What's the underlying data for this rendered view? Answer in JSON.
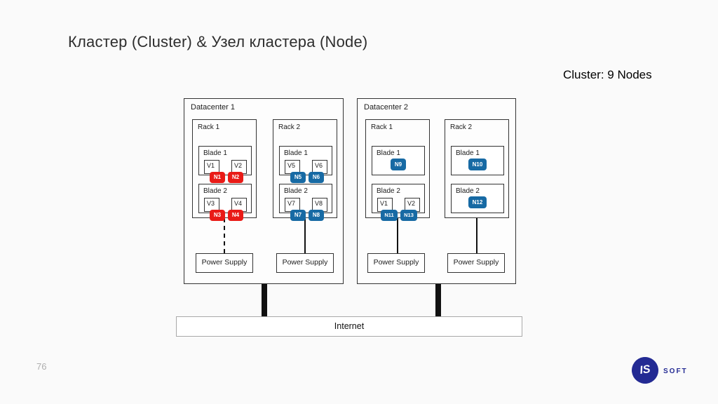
{
  "slide": {
    "title": "Кластер (Cluster) & Узел кластера (Node)",
    "cluster_note": "Cluster: 9 Nodes",
    "page_number": "76"
  },
  "logo": {
    "circle_text": "IS",
    "brand_text": "SOFT",
    "color": "#232a93"
  },
  "colors": {
    "node_failed": "#e91b17",
    "node_active": "#176aa4"
  },
  "internet": {
    "label": "Internet"
  },
  "datacenters": [
    {
      "label": "Datacenter 1",
      "racks": [
        {
          "label": "Rack 1",
          "power_label": "Power Supply",
          "power_line_style": "dashed",
          "blades": [
            {
              "label": "Blade 1",
              "vms": [
                "V1",
                "V2"
              ],
              "nodes": [
                {
                  "label": "N1",
                  "state": "failed"
                },
                {
                  "label": "N2",
                  "state": "failed"
                }
              ]
            },
            {
              "label": "Blade 2",
              "vms": [
                "V3",
                "V4"
              ],
              "nodes": [
                {
                  "label": "N3",
                  "state": "failed"
                },
                {
                  "label": "N4",
                  "state": "failed"
                }
              ]
            }
          ]
        },
        {
          "label": "Rack 2",
          "power_label": "Power Supply",
          "power_line_style": "solid",
          "blades": [
            {
              "label": "Blade 1",
              "vms": [
                "V5",
                "V6"
              ],
              "nodes": [
                {
                  "label": "N5",
                  "state": "active"
                },
                {
                  "label": "N6",
                  "state": "active"
                }
              ]
            },
            {
              "label": "Blade 2",
              "vms": [
                "V7",
                "V8"
              ],
              "nodes": [
                {
                  "label": "N7",
                  "state": "active"
                },
                {
                  "label": "N8",
                  "state": "active"
                }
              ]
            }
          ]
        }
      ]
    },
    {
      "label": "Datacenter 2",
      "racks": [
        {
          "label": "Rack 1",
          "power_label": "Power Supply",
          "power_line_style": "solid",
          "blades": [
            {
              "label": "Blade 1",
              "vms": [],
              "nodes": [
                {
                  "label": "N9",
                  "state": "active"
                }
              ]
            },
            {
              "label": "Blade 2",
              "vms": [
                "V1",
                "V2"
              ],
              "nodes": [
                {
                  "label": "N11",
                  "state": "active"
                },
                {
                  "label": "N13",
                  "state": "active"
                }
              ]
            }
          ]
        },
        {
          "label": "Rack 2",
          "power_label": "Power Supply",
          "power_line_style": "solid",
          "blades": [
            {
              "label": "Blade 1",
              "vms": [],
              "nodes": [
                {
                  "label": "N10",
                  "state": "active"
                }
              ]
            },
            {
              "label": "Blade 2",
              "vms": [],
              "nodes": [
                {
                  "label": "N12",
                  "state": "active"
                }
              ]
            }
          ]
        }
      ]
    }
  ]
}
